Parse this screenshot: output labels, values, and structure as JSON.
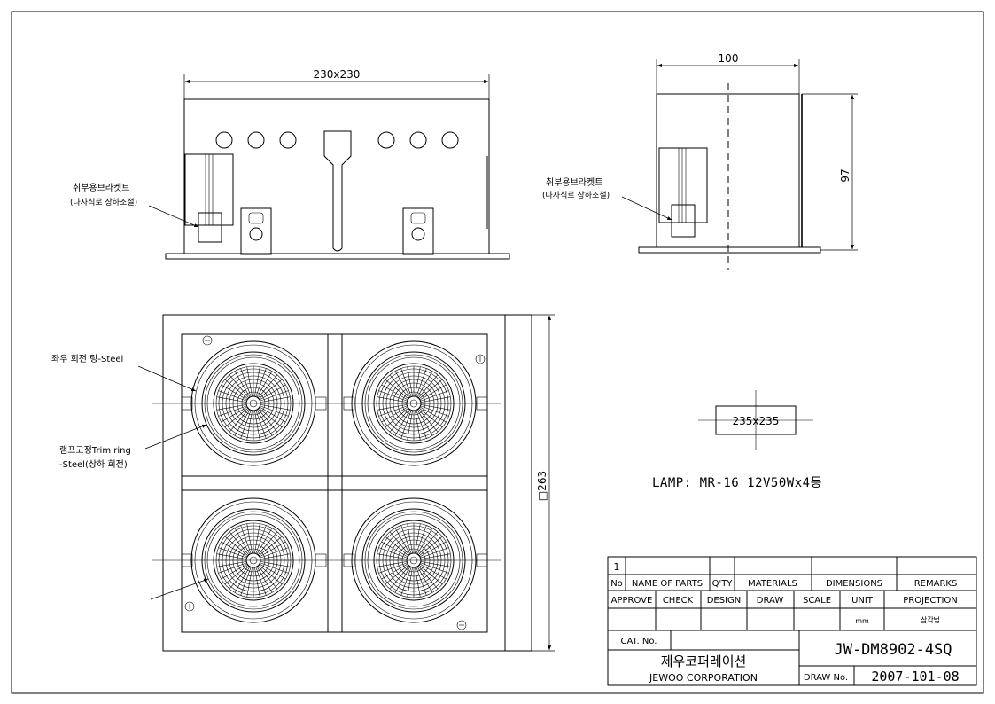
{
  "dimensions": {
    "width_top": "230x230",
    "side_width": "100",
    "side_height": "97",
    "overall_height": "□263",
    "cutout": "235x235"
  },
  "annotations": {
    "bracket_label_1": "취부용브라켓트",
    "bracket_sub_1": "(나사식로 상하조절)",
    "bracket_label_2": "취부용브라켓트",
    "bracket_sub_2": "(나사식로 상하조절)",
    "rotation_ring": "좌우 회전 링-Steel",
    "trim_ring_1": "램프고정Trim ring",
    "trim_ring_2": "-Steel(상하 회전)",
    "lamp_spec": "LAMP: MR-16  12V50Wx4등"
  },
  "title_block": {
    "row_no": "1",
    "headers": {
      "no": "No",
      "name": "NAME OF PARTS",
      "qty": "Q'TY",
      "materials": "MATERIALS",
      "dimensions": "DIMENSIONS",
      "remarks": "REMARKS"
    },
    "approval": {
      "approve": "APPROVE",
      "check": "CHECK",
      "design": "DESIGN",
      "draw": "DRAW",
      "scale": "SCALE",
      "unit": "UNIT",
      "projection": "PROJECTION"
    },
    "unit_value": "mm",
    "projection_value": "삼각법",
    "cat_no_label": "CAT. No.",
    "model": "JW-DM8902-4SQ",
    "company_kr": "제우코퍼레이션",
    "company_en": "JEWOO CORPORATION",
    "draw_no_label": "DRAW No.",
    "draw_no": "2007-101-08"
  }
}
